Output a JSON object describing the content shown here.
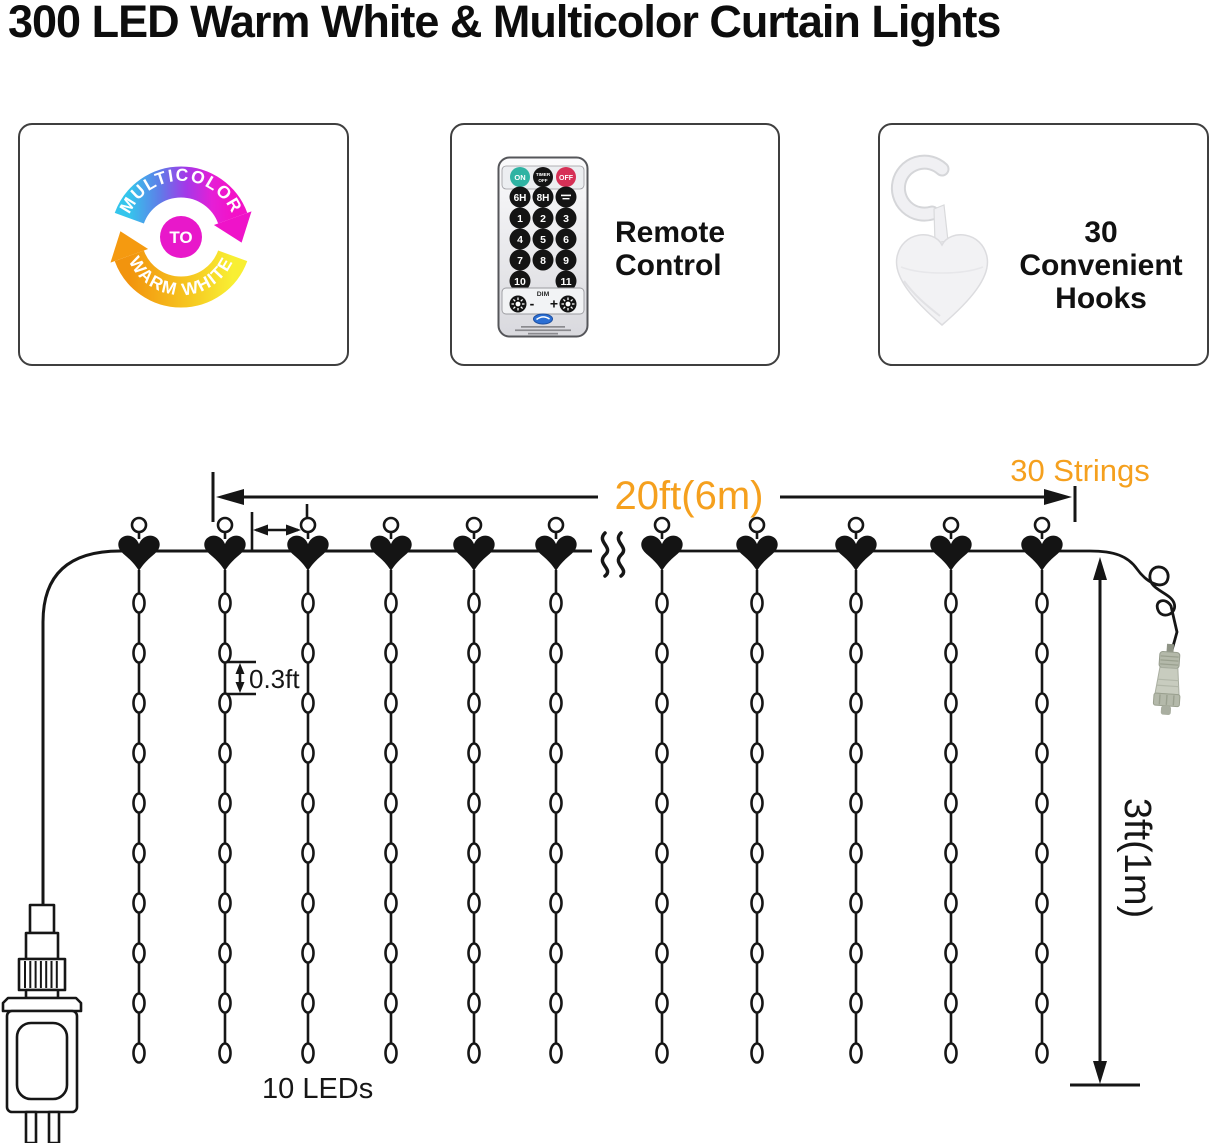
{
  "title": "300 LED Warm White & Multicolor Curtain Lights",
  "colors": {
    "accent_orange": "#F5A01E",
    "line": "#161616",
    "magenta": "#E818CA",
    "teal_on": "#2FB3A3",
    "red_off": "#D63056",
    "logo_blue": "#2B6FD4"
  },
  "features": {
    "color_cycle": {
      "top_label": "MULTICOLOR",
      "center_label": "TO",
      "bottom_label": "WARM WHITE"
    },
    "remote": {
      "caption_line1": "Remote",
      "caption_line2": "Control",
      "btn_on": "ON",
      "btn_timer_line1": "TIMER",
      "btn_timer_line2": "OFF",
      "btn_off": "OFF",
      "btn_6h": "6H",
      "btn_8h": "8H",
      "digits": [
        "1",
        "2",
        "3",
        "4",
        "5",
        "6",
        "7",
        "8",
        "9",
        "10",
        "11"
      ],
      "dim_label": "DIM",
      "minus": "-",
      "plus": "+"
    },
    "hooks": {
      "caption_line1": "30 Convenient",
      "caption_line2": "Hooks"
    }
  },
  "diagram": {
    "strings_label": "30 Strings",
    "width_label": "20ft(6m)",
    "spacing_label": "0.3ft",
    "leds_label": "10 LEDs",
    "height_label": "3ft(1m)"
  }
}
